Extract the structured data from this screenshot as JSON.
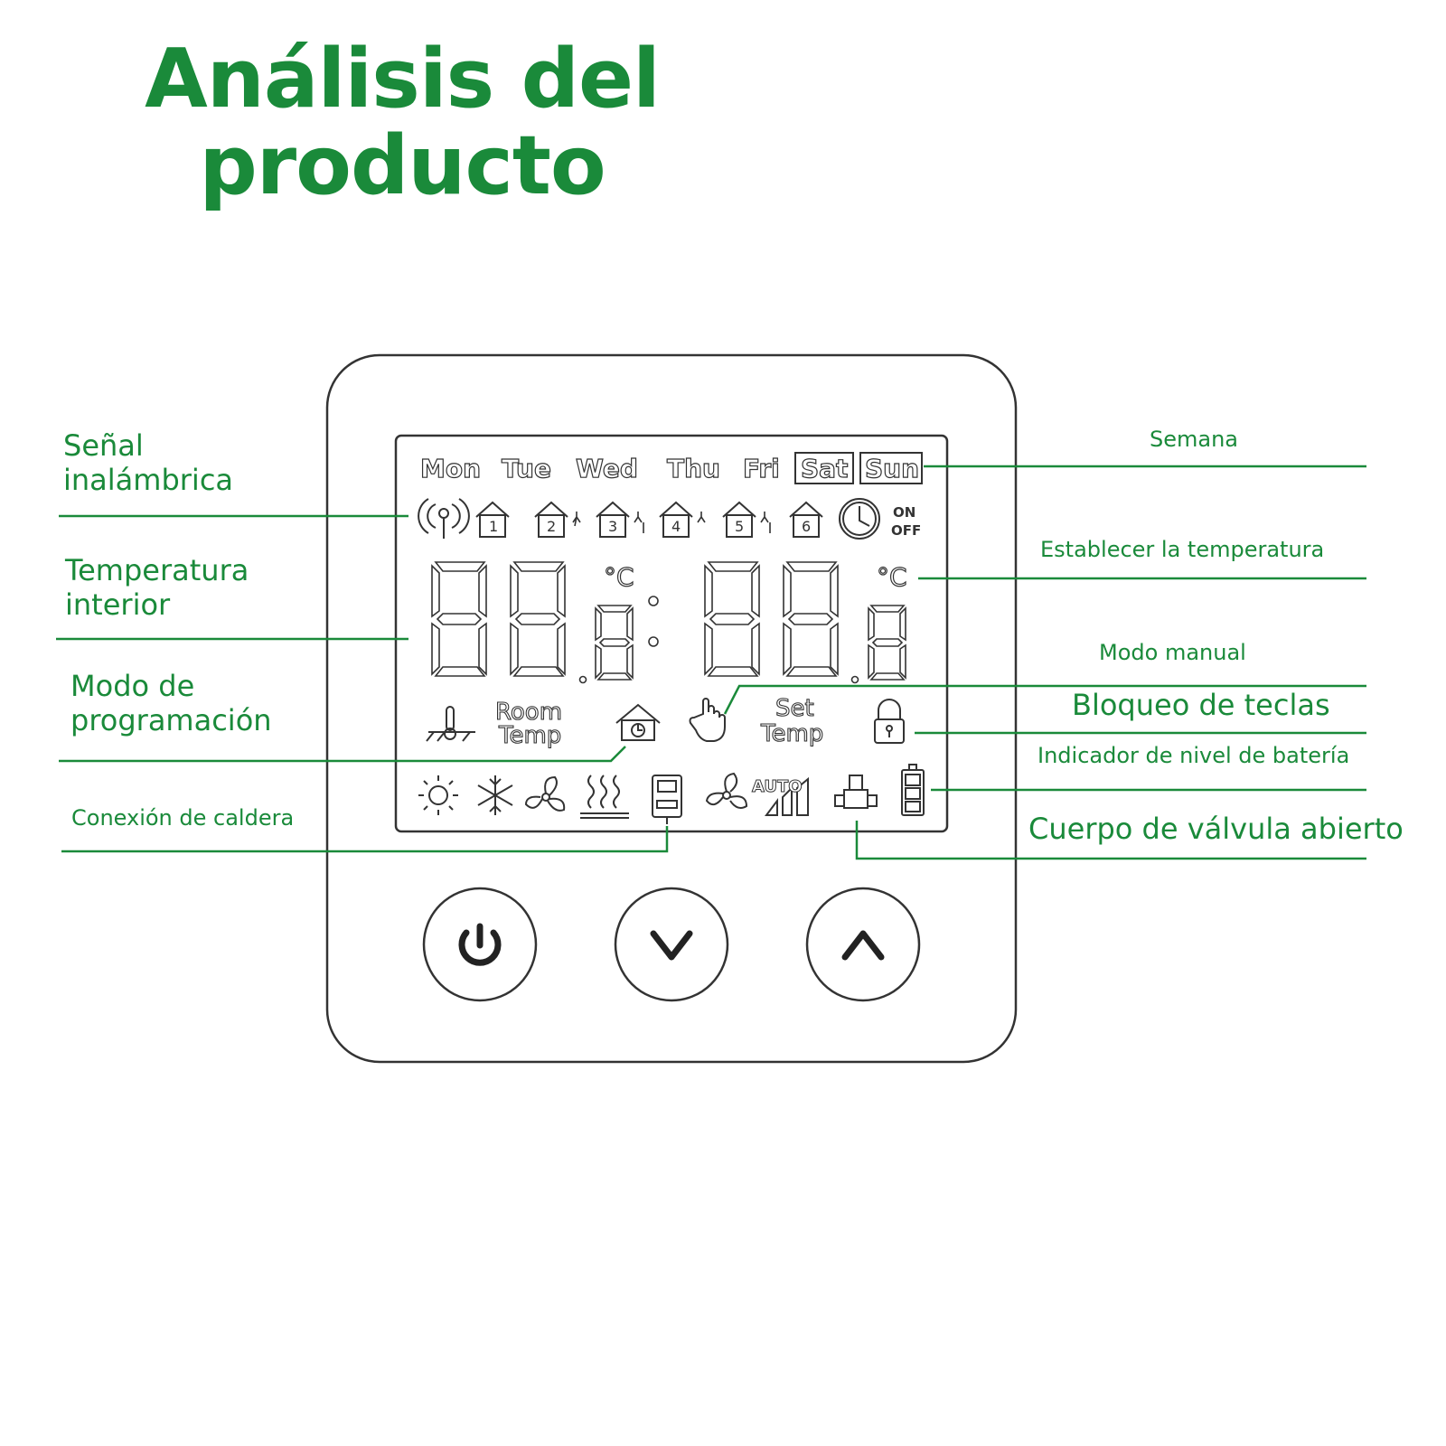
{
  "title": {
    "line1": "Análisis del",
    "line2": "producto"
  },
  "labels": {
    "wireless": {
      "line1": "Señal",
      "line2": "inalámbrica"
    },
    "indoor_temp": {
      "line1": "Temperatura",
      "line2": "interior"
    },
    "program_mode": {
      "line1": "Modo de",
      "line2": "programación"
    },
    "boiler": "Conexión de caldera",
    "week": "Semana",
    "set_temp": "Establecer la temperatura",
    "manual_mode": "Modo manual",
    "key_lock": "Bloqueo de teclas",
    "battery": "Indicador de nivel de batería",
    "valve": "Cuerpo de válvula abierto"
  },
  "lcd": {
    "days": [
      "Mon",
      "Tue",
      "Wed",
      "Thu",
      "Fri",
      "Sat",
      "Sun"
    ],
    "periods": [
      "1",
      "2",
      "3",
      "4",
      "5",
      "6"
    ],
    "on": "ON",
    "off": "OFF",
    "unit": "°C",
    "room_temp": {
      "line1": "Room",
      "line2": "Temp"
    },
    "set_temp": {
      "line1": "Set",
      "line2": "Temp"
    },
    "auto": "AUTO"
  },
  "icons": [
    "wireless-signal-icon",
    "house-period-icon",
    "clock-icon",
    "floor-sensor-icon",
    "house-program-icon",
    "hand-icon",
    "lock-icon",
    "sun-icon",
    "snowflake-icon",
    "fan-icon",
    "floor-heating-icon",
    "boiler-icon",
    "fan-speed-icon",
    "valve-icon",
    "battery-icon",
    "power-icon",
    "chevron-down-icon",
    "chevron-up-icon"
  ],
  "colors": {
    "accent": "#1a8a3a",
    "line": "#333333"
  }
}
